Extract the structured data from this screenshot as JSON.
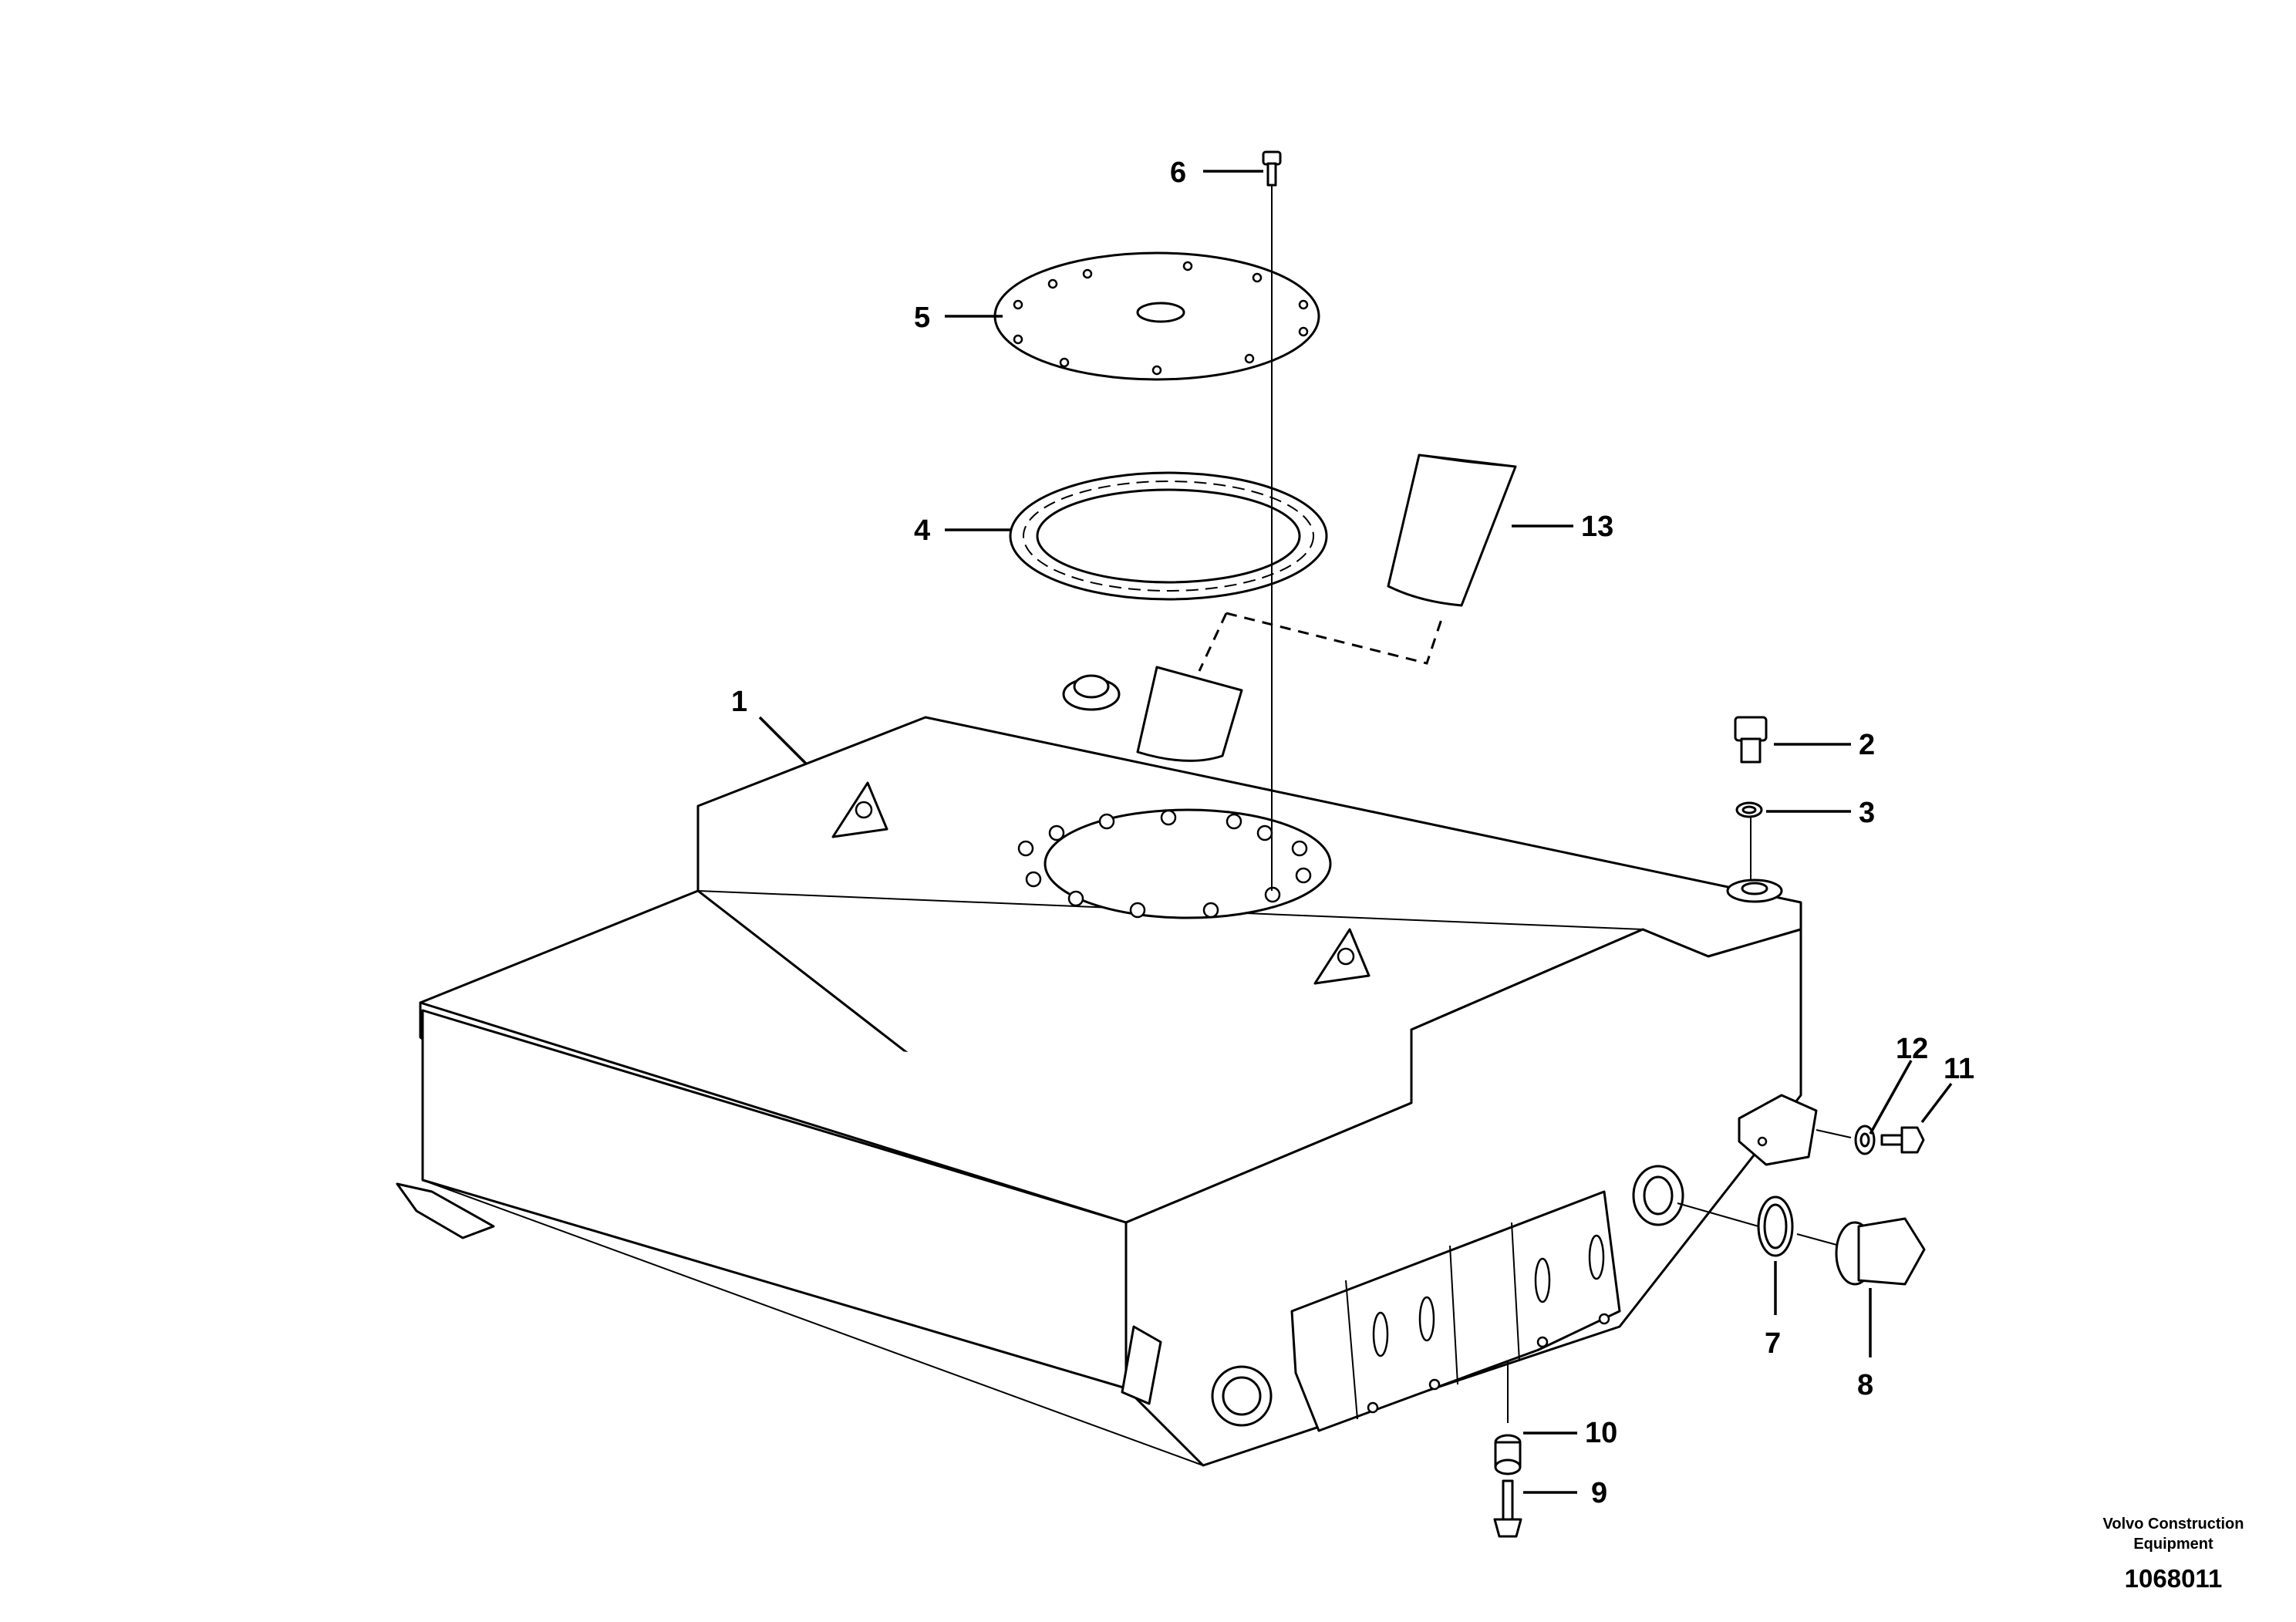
{
  "callouts": {
    "c1": "1",
    "c2": "2",
    "c3": "3",
    "c4": "4",
    "c5": "5",
    "c6": "6",
    "c7": "7",
    "c8": "8",
    "c9": "9",
    "c10": "10",
    "c11": "11",
    "c12": "12",
    "c13": "13"
  },
  "footer": {
    "credit_line1": "Volvo Construction",
    "credit_line2": "Equipment",
    "drawing_number": "1068011"
  }
}
